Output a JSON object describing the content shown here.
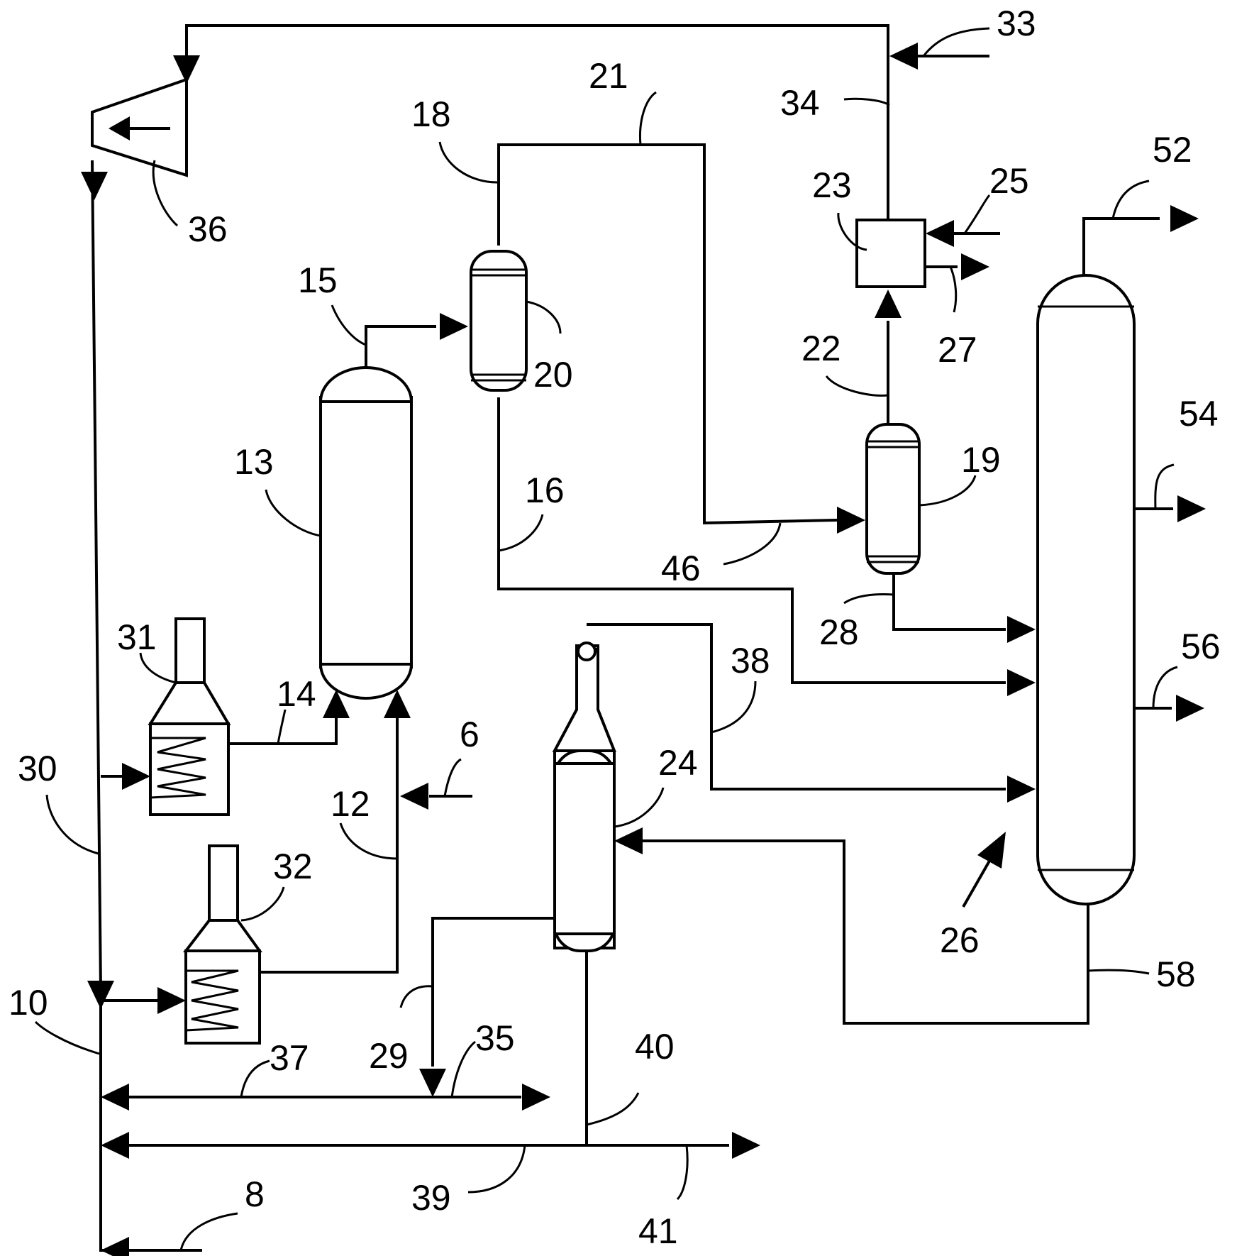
{
  "diagram": {
    "labels": {
      "l6": "6",
      "l8": "8",
      "l10": "10",
      "l12": "12",
      "l13": "13",
      "l14": "14",
      "l15": "15",
      "l16": "16",
      "l18": "18",
      "l19": "19",
      "l20": "20",
      "l21": "21",
      "l22": "22",
      "l23": "23",
      "l24": "24",
      "l25": "25",
      "l26": "26",
      "l27": "27",
      "l28": "28",
      "l29": "29",
      "l30": "30",
      "l31": "31",
      "l32": "32",
      "l33": "33",
      "l34": "34",
      "l35": "35",
      "l36": "36",
      "l37": "37",
      "l38": "38",
      "l39": "39",
      "l40": "40",
      "l41": "41",
      "l46": "46",
      "l52": "52",
      "l54": "54",
      "l56": "56",
      "l58": "58"
    }
  }
}
